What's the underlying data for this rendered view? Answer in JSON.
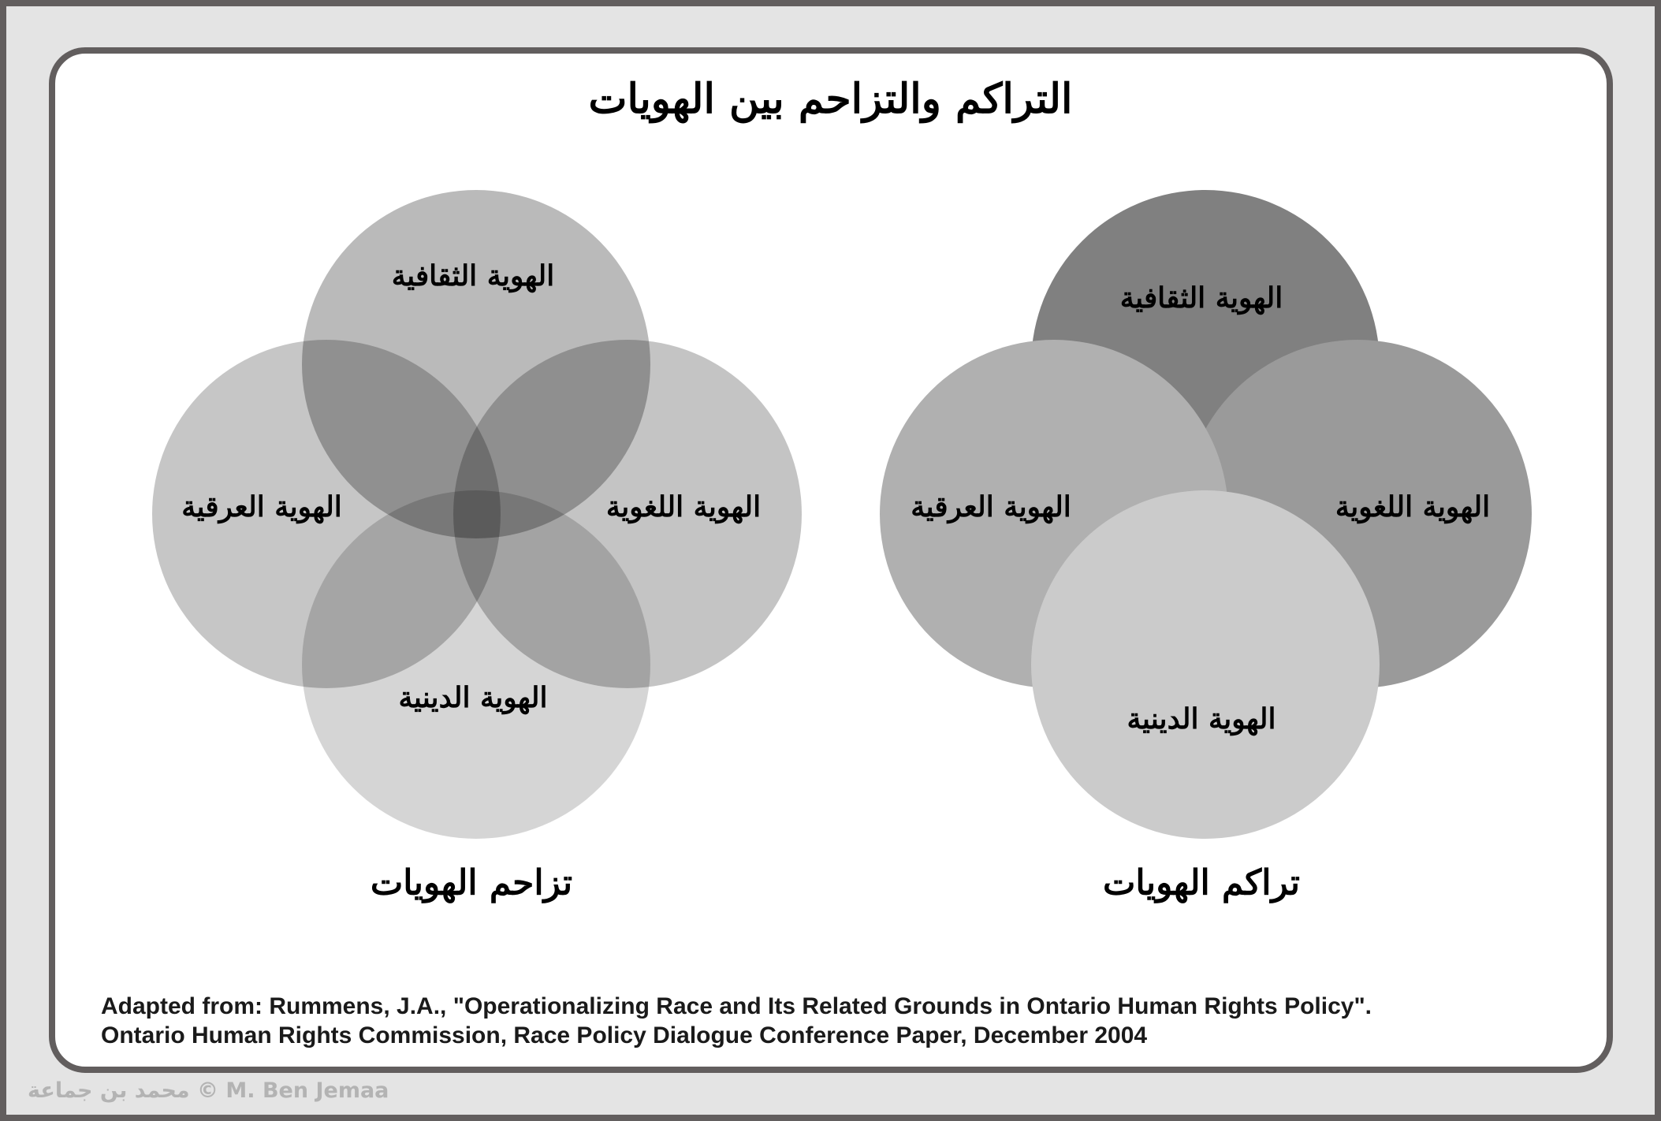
{
  "title": "التراكم والتزاحم بين الهويات",
  "colors": {
    "outer_border": "#625e5e",
    "background": "#e4e4e4",
    "panel": "#ffffff",
    "overlap_fill": "rgba(0,0,0,0.27)",
    "overlap_bottom_fill": "rgba(0,0,0,0.17)",
    "stack_top": "#808080",
    "stack_right": "#9a9a9a",
    "stack_left": "#b0b0b0",
    "stack_bottom": "#cbcbcb"
  },
  "diagrams": {
    "overlap": {
      "caption": "تزاحم الهويات",
      "labels": {
        "cultural": "الهوية الثقافية",
        "ethnic": "الهوية العرقية",
        "linguistic": "الهوية اللغوية",
        "religious": "الهوية الدينية"
      }
    },
    "accumulation": {
      "caption": "تراكم الهويات",
      "labels": {
        "cultural": "الهوية الثقافية",
        "ethnic": "الهوية العرقية",
        "linguistic": "الهوية اللغوية",
        "religious": "الهوية الدينية"
      }
    }
  },
  "citation": {
    "line1": "Adapted from: Rummens, J.A., \"Operationalizing Race and Its Related Grounds in Ontario Human Rights Policy\".",
    "line2": "Ontario Human Rights Commission, Race Policy Dialogue Conference Paper, December 2004"
  },
  "watermark": "محمد بن جماعة © M. Ben Jemaa"
}
